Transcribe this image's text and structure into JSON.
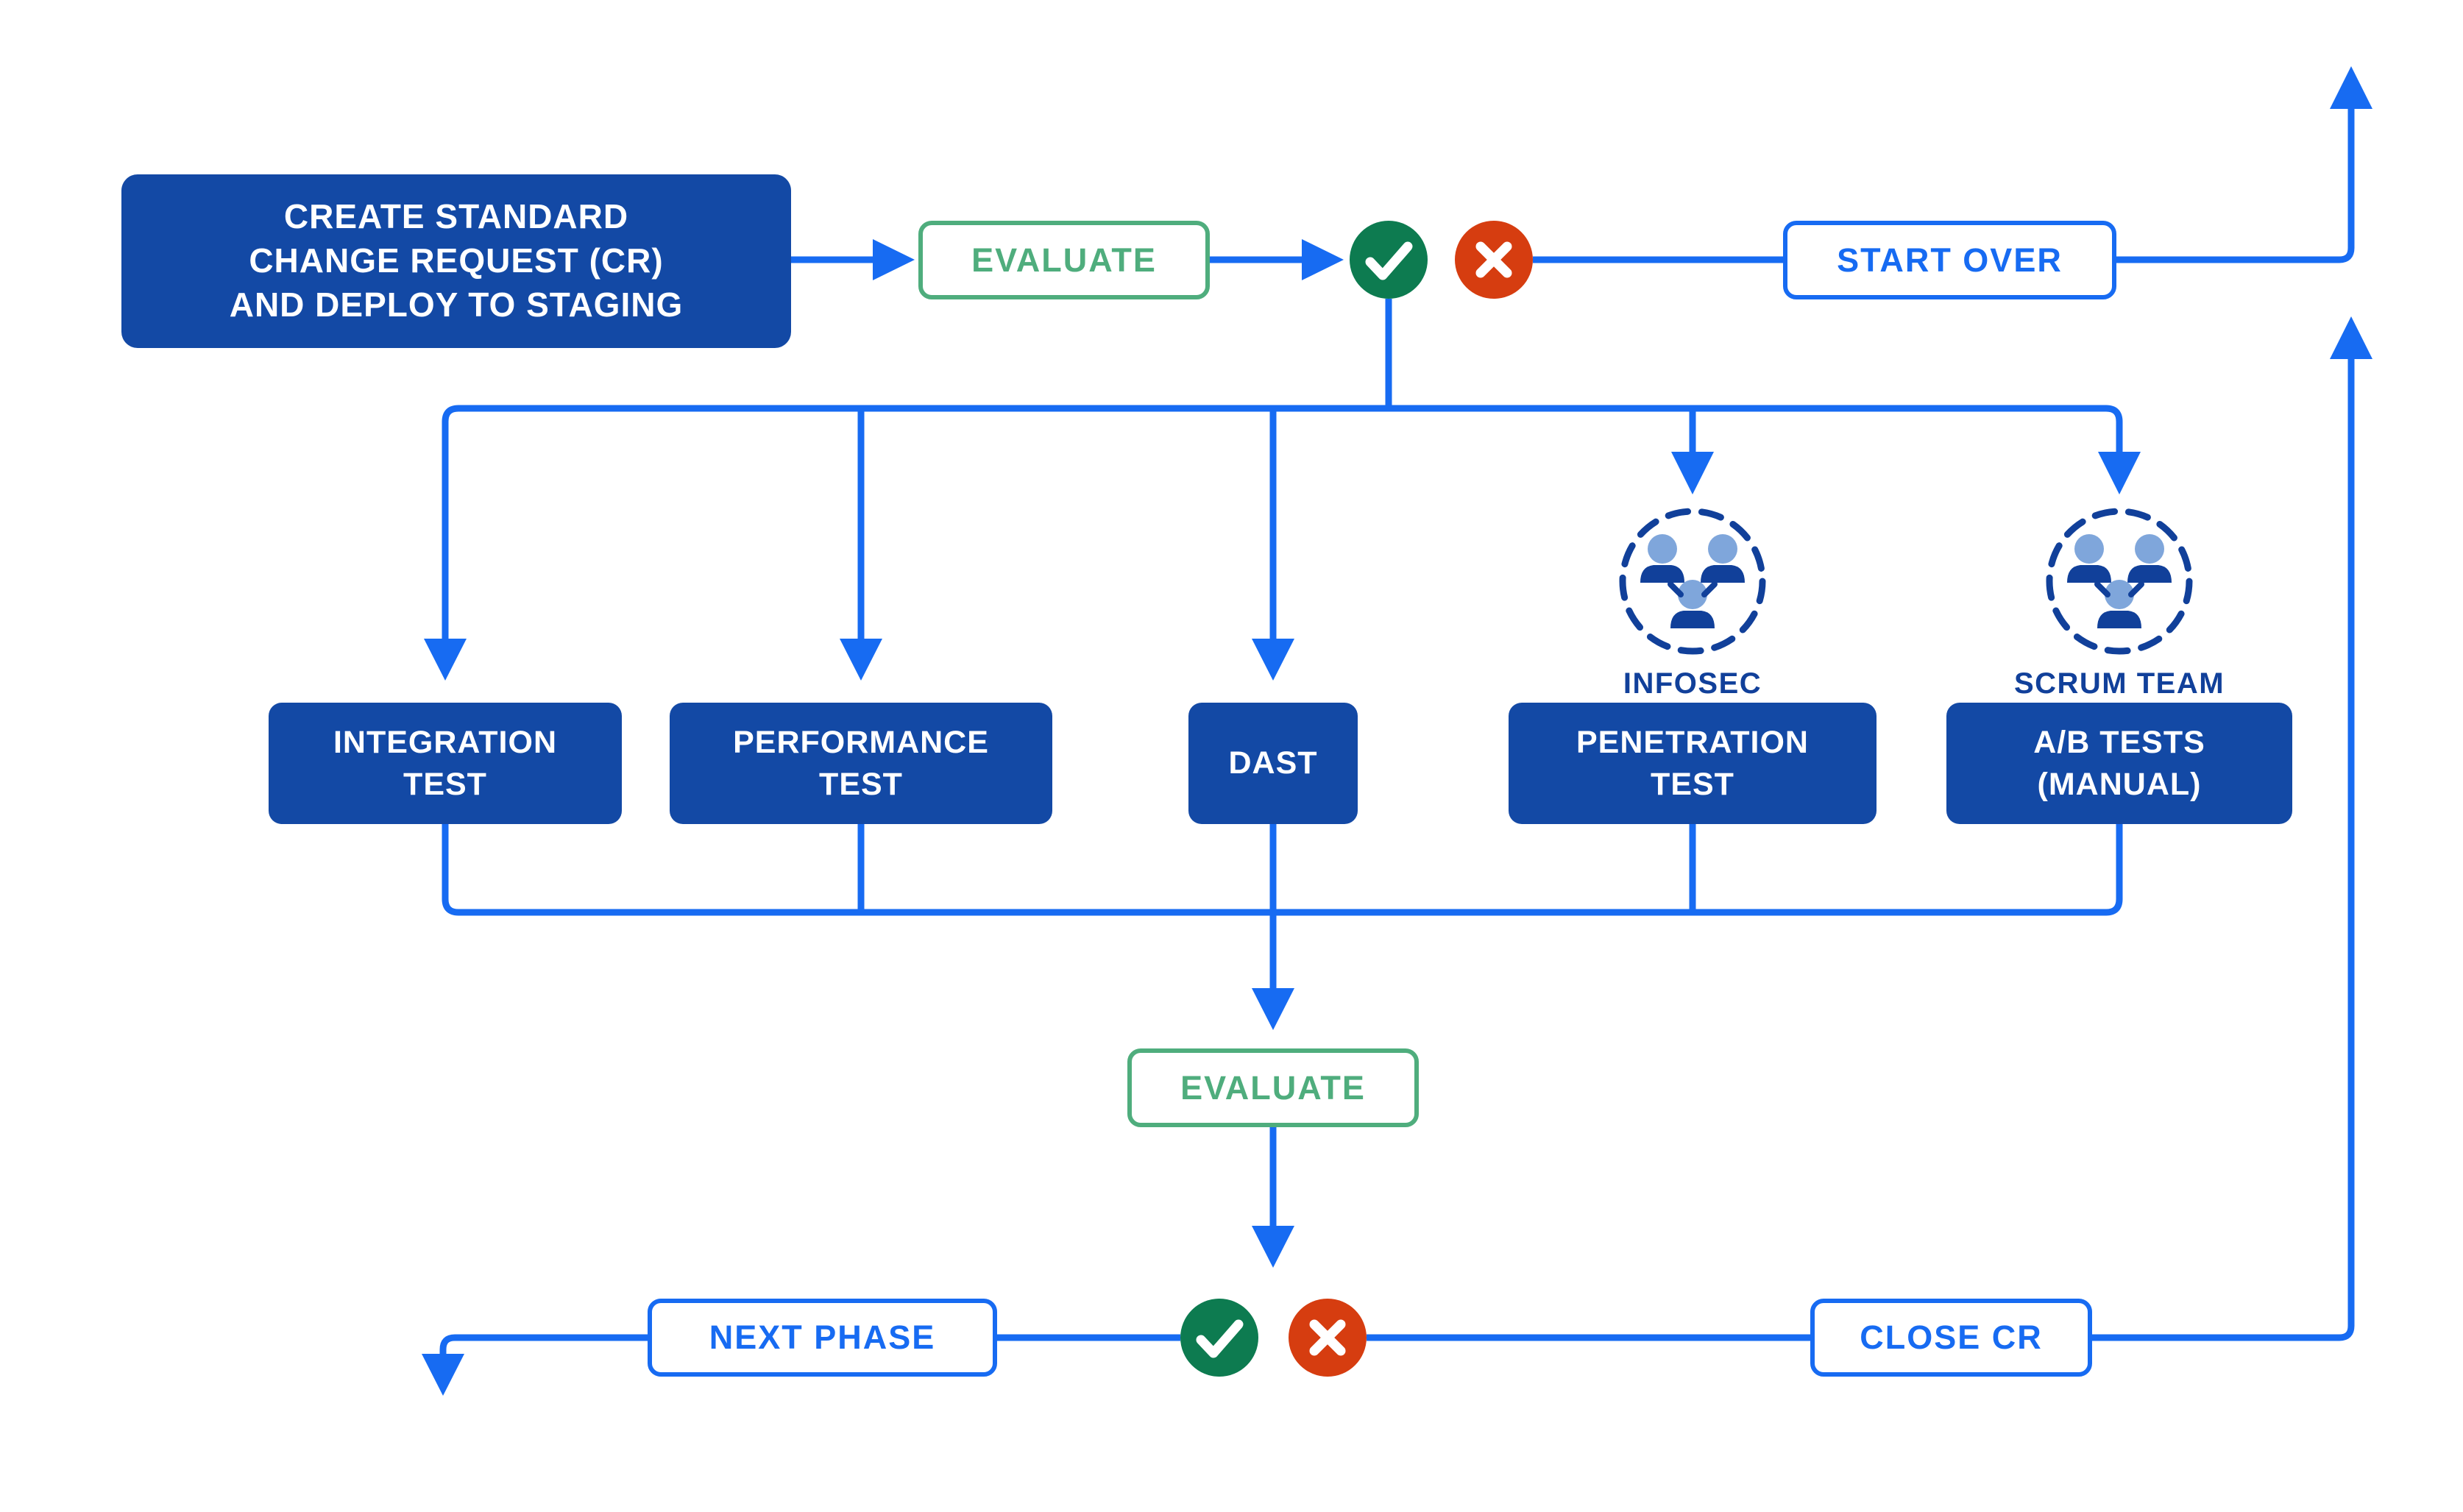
{
  "title": "Standard change request deployment flowchart",
  "colors": {
    "line_blue": "#176BF2",
    "node_navy": "#1349A5",
    "icon_navy": "#11409A",
    "green_outline": "#4FAD7D",
    "green_check_fill": "#0D7B50",
    "red_x_fill": "#D63D10",
    "person_head_blue": "#7FA6DB",
    "background": "#FFFFFF"
  },
  "flow": {
    "start_box": {
      "label": "CREATE STANDARD\nCHANGE REQUEST (CR)\nAND DEPLOY TO STAGING"
    },
    "evaluate_top": {
      "label": "EVALUATE"
    },
    "start_over": {
      "label": "START OVER"
    },
    "tests": [
      {
        "label": "INTEGRATION\nTEST"
      },
      {
        "label": "PERFORMANCE\nTEST"
      },
      {
        "label": "DAST"
      },
      {
        "label": "PENETRATION\nTEST",
        "team": "INFOSEC"
      },
      {
        "label": "A/B TESTS\n(MANUAL)",
        "team": "SCRUM TEAM"
      }
    ],
    "evaluate_bottom": {
      "label": "EVALUATE"
    },
    "next_phase": {
      "label": "NEXT PHASE"
    },
    "close_cr": {
      "label": "CLOSE CR"
    },
    "outcome_icons": {
      "pass": "check-icon",
      "fail": "x-icon"
    },
    "team_icon": "team-people-icon"
  }
}
